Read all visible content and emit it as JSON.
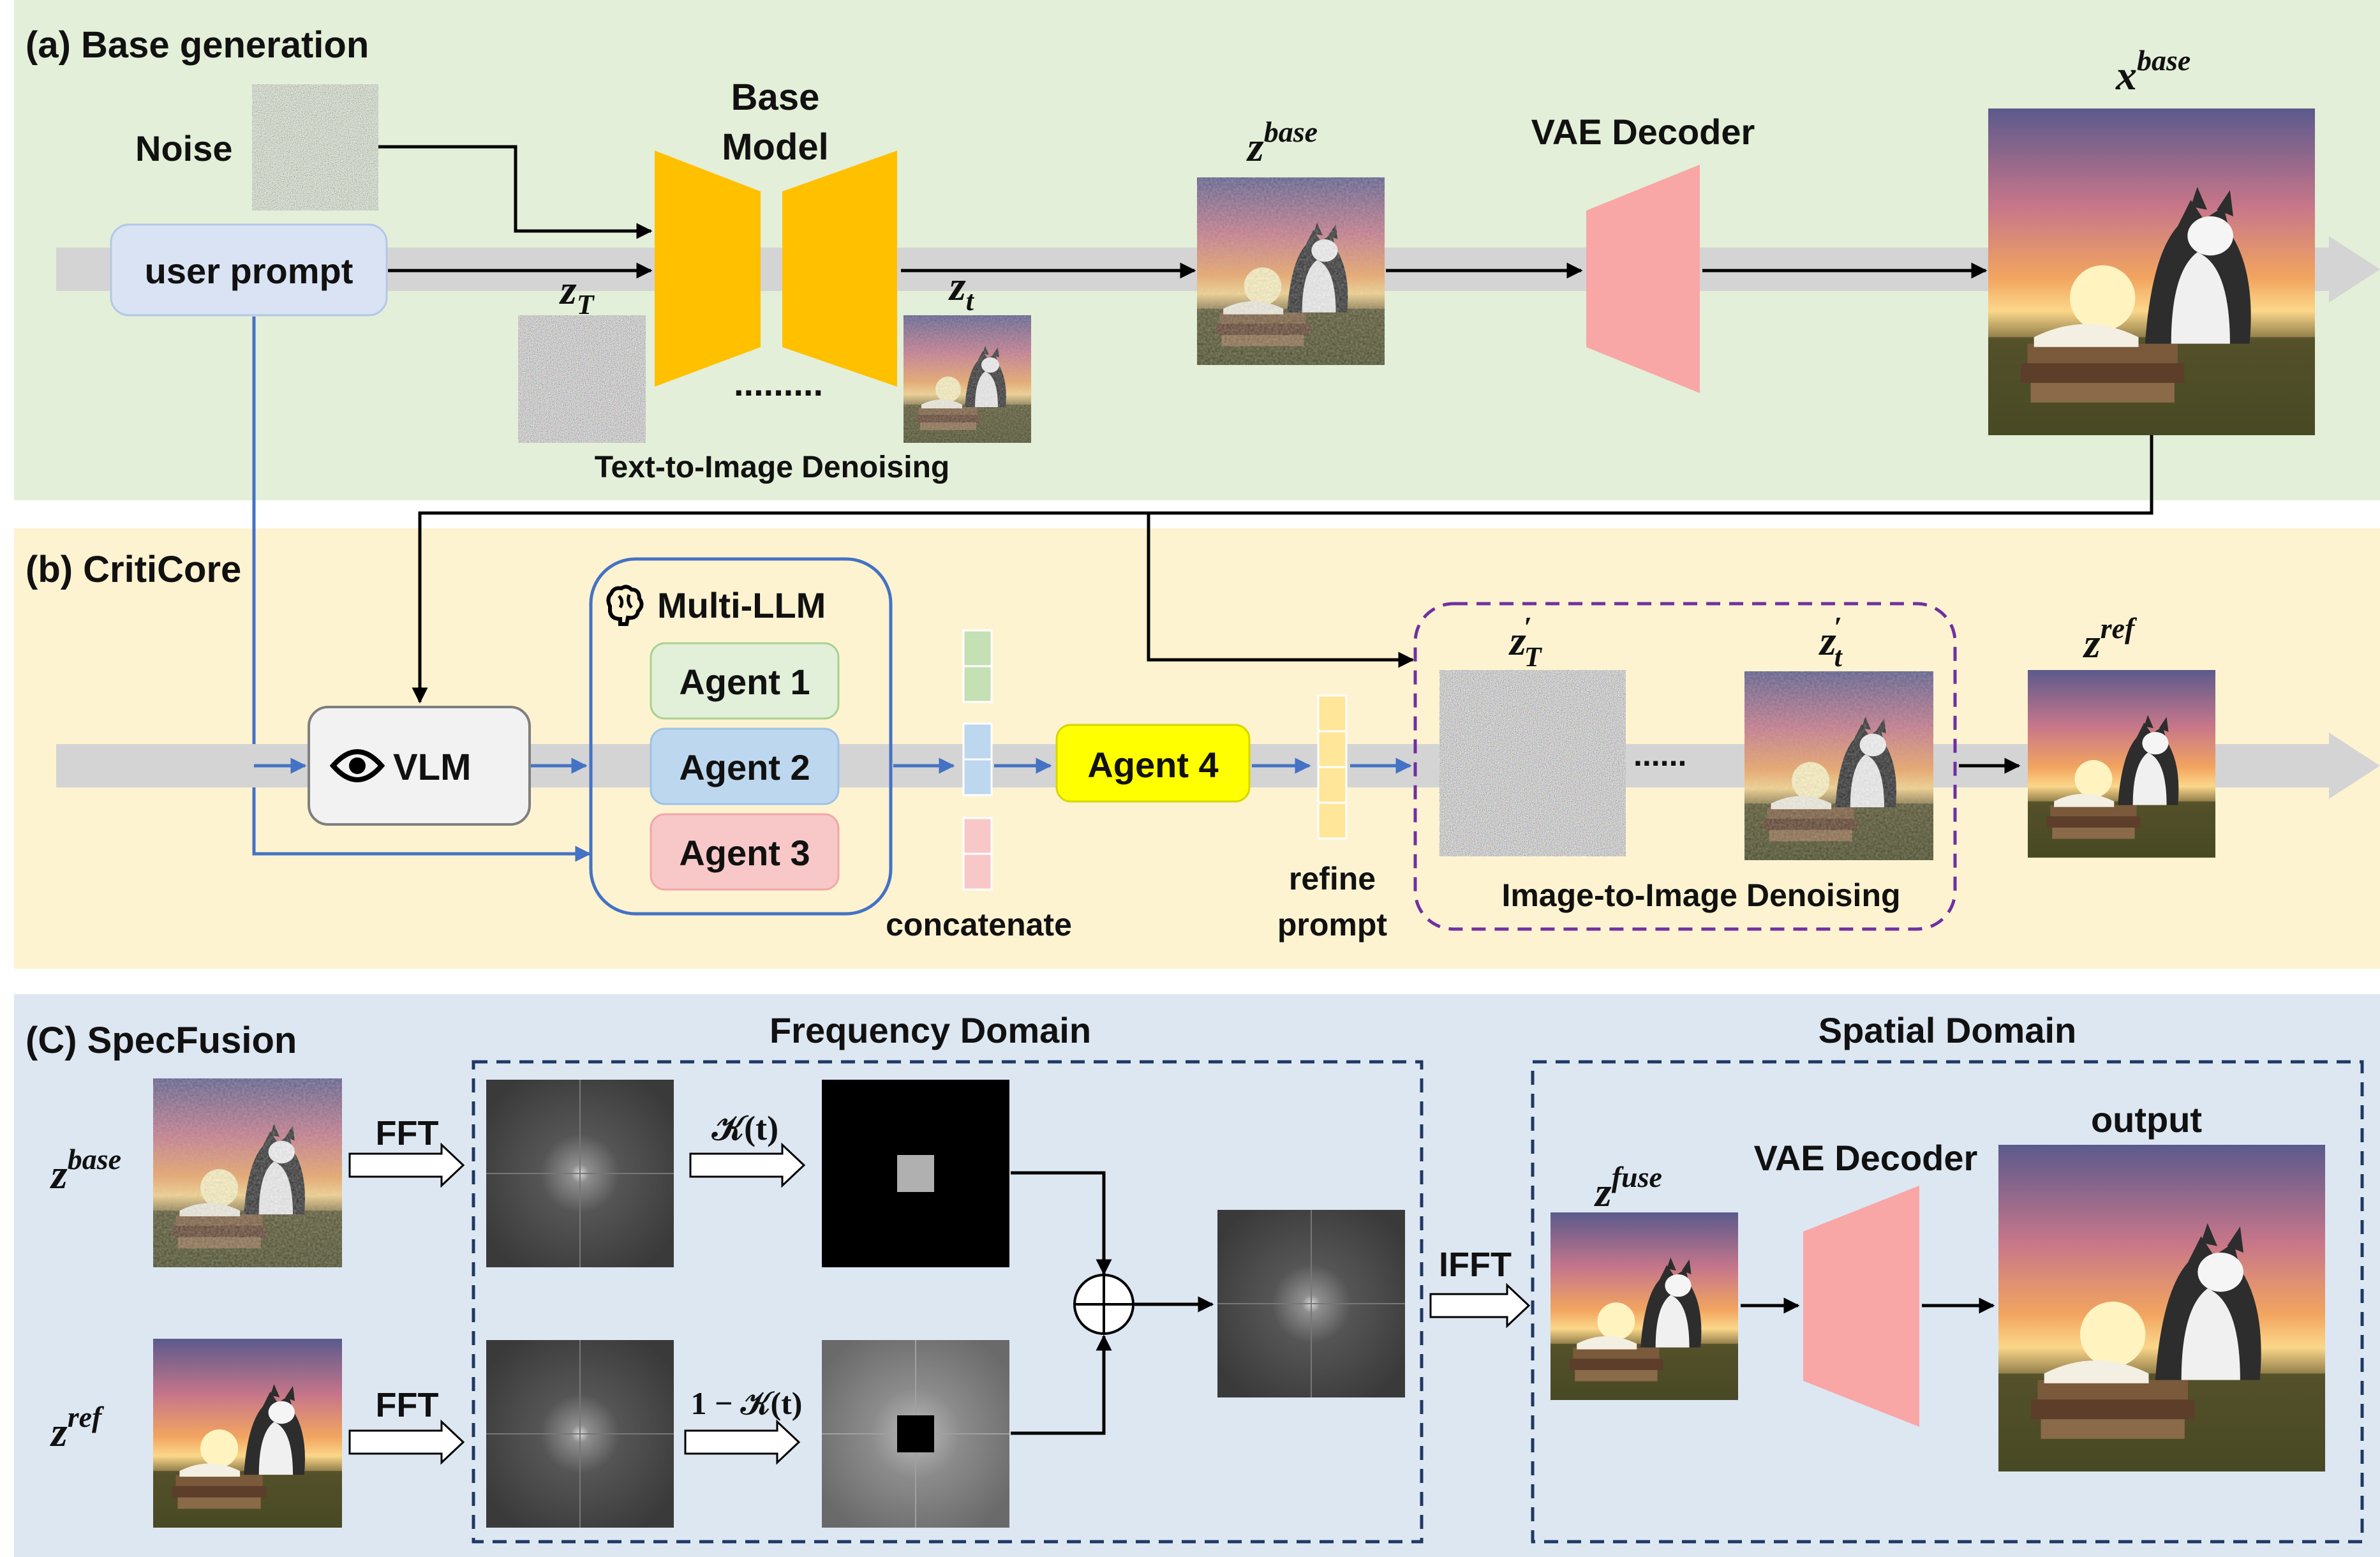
{
  "sections": {
    "a_title": "(a) Base generation",
    "b_title": "(b) CritiCore",
    "c_title": "(C) SpecFusion"
  },
  "base": {
    "noise_label": "Noise",
    "user_prompt": "user prompt",
    "base_model_line1": "Base",
    "base_model_line2": "Model",
    "dots": ".........",
    "t2i_label": "Text-to-Image Denoising",
    "vae_decoder": "VAE Decoder",
    "zT_main": "z",
    "zT_sub": "T",
    "zt_main": "z",
    "zt_sub": "t",
    "zbase_main": "z",
    "zbase_sup": "base",
    "xbase_main": "x",
    "xbase_sup": "base"
  },
  "criticore": {
    "vlm": "VLM",
    "multi_llm": "Multi-LLM",
    "agent1": "Agent 1",
    "agent2": "Agent 2",
    "agent3": "Agent 3",
    "agent4": "Agent 4",
    "concatenate": "concatenate",
    "refine_line1": "refine",
    "refine_line2": "prompt",
    "i2i_label": "Image-to-Image Denoising",
    "dots": "......",
    "zTp_main": "z",
    "zTp_sup": "′",
    "zTp_sub": "T",
    "ztp_main": "z",
    "ztp_sup": "′",
    "ztp_sub": "t",
    "zref_main": "z",
    "zref_sup": "ref"
  },
  "specfusion": {
    "freq_domain": "Frequency Domain",
    "spatial_domain": "Spatial Domain",
    "fft1": "FFT",
    "fft2": "FFT",
    "ifft": "IFFT",
    "kt": "𝒦(t)",
    "one_minus_kt": "1 − 𝒦(t)",
    "vae_decoder": "VAE Decoder",
    "output": "output",
    "zbase_main": "z",
    "zbase_sup": "base",
    "zref_main": "z",
    "zref_sup": "ref",
    "zfuse_main": "z",
    "zfuse_sup": "fuse"
  },
  "colors": {
    "panel_a": "#e3efd8",
    "panel_b": "#fdf3d1",
    "panel_c": "#dde7f2",
    "base_model": "#ffc000",
    "vae": "#f8a6a6",
    "agent1": "#e2efd9",
    "agent2": "#bdd7ee",
    "agent3": "#f8c8c8",
    "agent4": "#ffff00",
    "prompt_box": "#dae3f3",
    "blue_line": "#4472c4",
    "purple_dash": "#7030a0",
    "navy_dash": "#1f3864"
  }
}
